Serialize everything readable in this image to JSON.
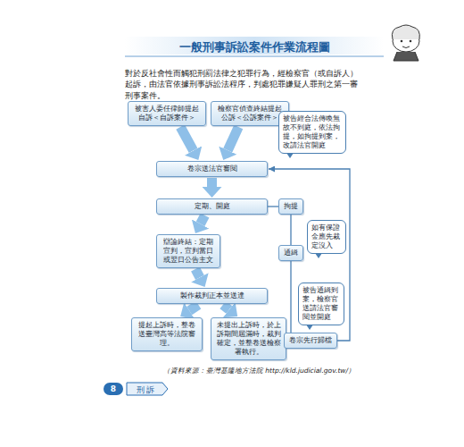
{
  "diagram": {
    "title": "一般刑事訴訟案件作業流程圖",
    "caption": "（資料來源：臺灣基隆地方法院 http://kld.judicial.gov.tw/）",
    "nodes": [
      {
        "text": [
          "被害人委任律師提起 自訴＜自訴案件＞"
        ]
      },
      {
        "text": [
          "檢察官偵查終結提起 公訴＜公訴案件＞"
        ]
      },
      {
        "text": [
          "卷宗送法官審閱"
        ]
      },
      {
        "text": [
          "被告經合法傳喚無故不到庭，依法拘提，如拘提到案，改請法官開庭"
        ]
      },
      {
        "text": [
          "拘提"
        ]
      },
      {
        "text": [
          "定期、開庭"
        ]
      },
      {
        "text": [
          "如有保證金應先裁定沒入"
        ]
      },
      {
        "text": [
          "辯論終結：定期宣判，宣判當日或翌日公告主文"
        ]
      },
      {
        "text": [
          "通緝"
        ]
      },
      {
        "text": [
          "製作裁判正本並送達"
        ]
      },
      {
        "text": [
          "提起上訴時，整卷送臺灣高等法院審理。"
        ]
      },
      {
        "text": [
          "未提出上訴時，於上訴期間屆滿時，裁判確定，並整卷送檢察署執行。"
        ]
      },
      {
        "text": [
          "被告通緝到案，檢察官送請法官審閱並開庭"
        ]
      },
      {
        "text": [
          "卷宗先行歸檔"
        ]
      }
    ],
    "edges": [
      {
        "from": 0,
        "to": 2,
        "arrow": "to"
      },
      {
        "from": 1,
        "to": 2,
        "arrow": "to"
      },
      {
        "from": 2,
        "to": 5,
        "arrow": "to"
      },
      {
        "from": 5,
        "to": 7,
        "arrow": "to"
      },
      {
        "from": 7,
        "to": 9,
        "arrow": "to"
      },
      {
        "from": 9,
        "to": 10,
        "arrow": "to"
      },
      {
        "from": 9,
        "to": 11,
        "arrow": "to"
      },
      {
        "from": 5,
        "to": 4,
        "arrow": "none"
      },
      {
        "from": 4,
        "to": 8,
        "arrow": "none"
      },
      {
        "from": 8,
        "to": 13,
        "arrow": "none"
      },
      {
        "from": 13,
        "to": 2,
        "arrow": "to"
      }
    ],
    "labels": [
      "對於反社會性而觸犯刑罰法律之犯罪行為，經檢察官（或自訴人）起訴，由法官依據刑事訴訟法程序，判處犯罪嫌疑人罪刑之第一審刑事案件。",
      "8",
      "刑 訴"
    ]
  }
}
